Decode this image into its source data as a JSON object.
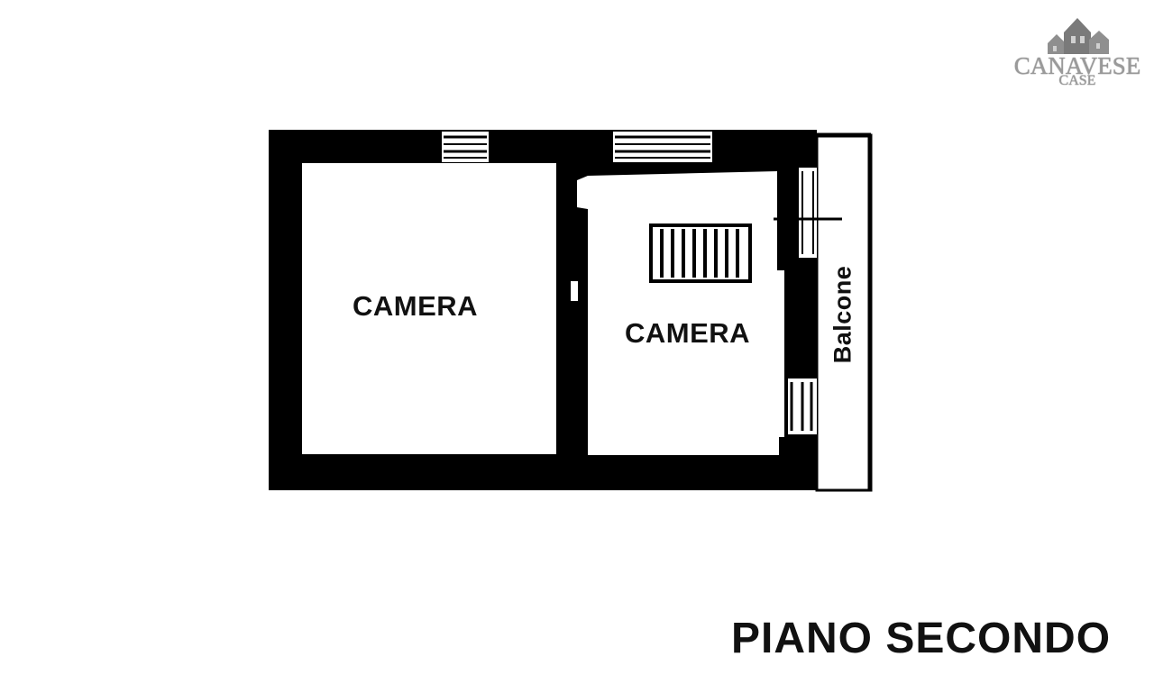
{
  "rooms": {
    "room_left": "CAMERA",
    "room_right": "CAMERA",
    "balcony": "Balcone"
  },
  "floor_title": "PIANO SECONDO",
  "logo": {
    "name": "CANAVESE",
    "subtitle": "CASE"
  },
  "colors": {
    "wall": "#000000",
    "background": "#ffffff",
    "logo": "#9a9a9a",
    "text": "#111111"
  }
}
